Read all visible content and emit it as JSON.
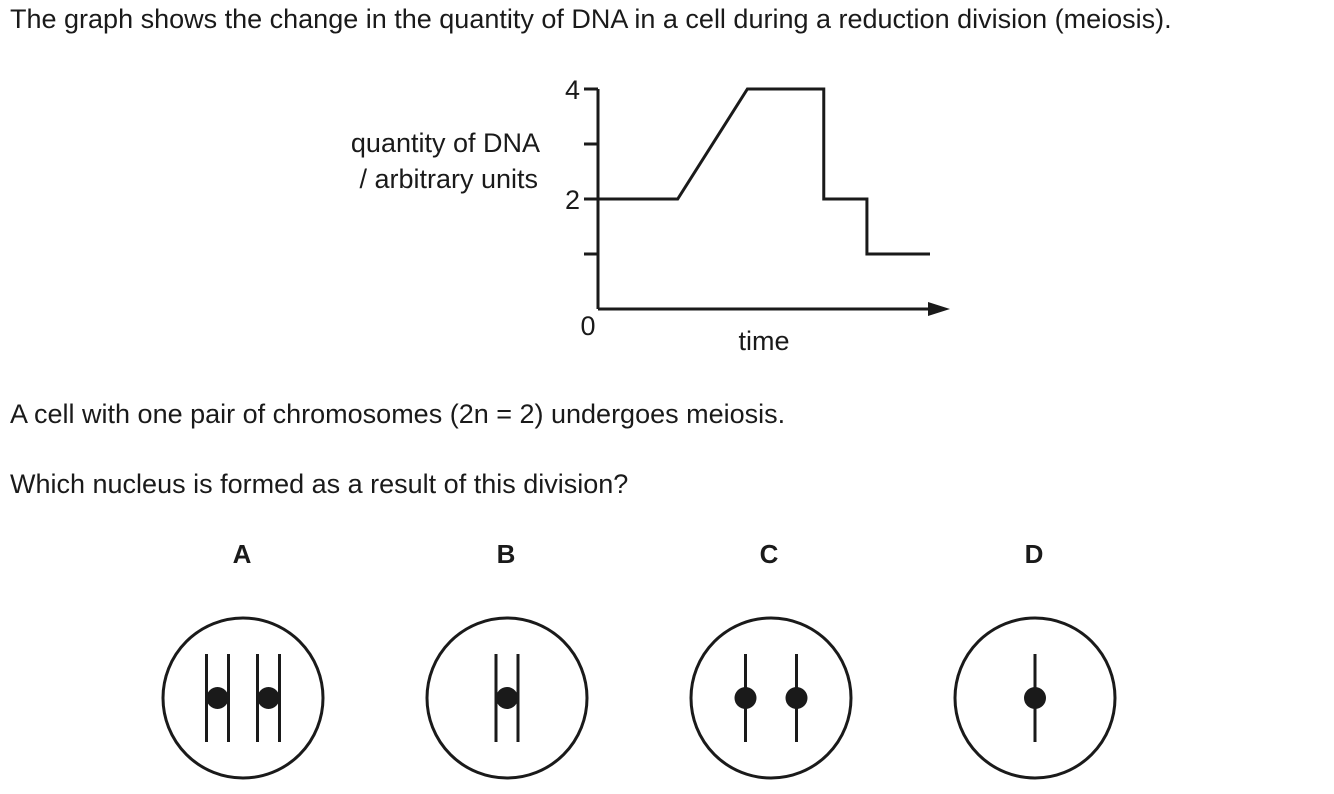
{
  "question": {
    "intro": "The graph shows the change in the quantity of DNA in a cell during a reduction division (meiosis).",
    "statement": "A cell with one pair of chromosomes (2n = 2) undergoes meiosis.",
    "question": "Which nucleus is formed as a result of this division?"
  },
  "chart_data": {
    "type": "line",
    "ylabel_line1": "quantity of DNA",
    "ylabel_line2": "/ arbitrary units",
    "xlabel": "time",
    "y_ticks": [
      {
        "value": 4,
        "label": "4"
      },
      {
        "value": 3,
        "label": ""
      },
      {
        "value": 2,
        "label": "2"
      },
      {
        "value": 1,
        "label": ""
      }
    ],
    "origin_label": "0",
    "ylim": [
      0,
      4
    ],
    "xlim": [
      0,
      10
    ],
    "points": [
      [
        0,
        2
      ],
      [
        2.4,
        2
      ],
      [
        4.5,
        4
      ],
      [
        6.8,
        4
      ],
      [
        6.8,
        2
      ],
      [
        8.1,
        2
      ],
      [
        8.1,
        1
      ],
      [
        10,
        1
      ]
    ]
  },
  "options": [
    {
      "letter": "A",
      "chromosomes": [
        {
          "strands": 2,
          "centromere": true
        },
        {
          "strands": 2,
          "centromere": true
        }
      ]
    },
    {
      "letter": "B",
      "chromosomes": [
        {
          "strands": 2,
          "centromere": true
        }
      ]
    },
    {
      "letter": "C",
      "chromosomes": [
        {
          "strands": 1,
          "centromere": true
        },
        {
          "strands": 1,
          "centromere": true
        }
      ]
    },
    {
      "letter": "D",
      "chromosomes": [
        {
          "strands": 1,
          "centromere": true
        }
      ]
    }
  ]
}
